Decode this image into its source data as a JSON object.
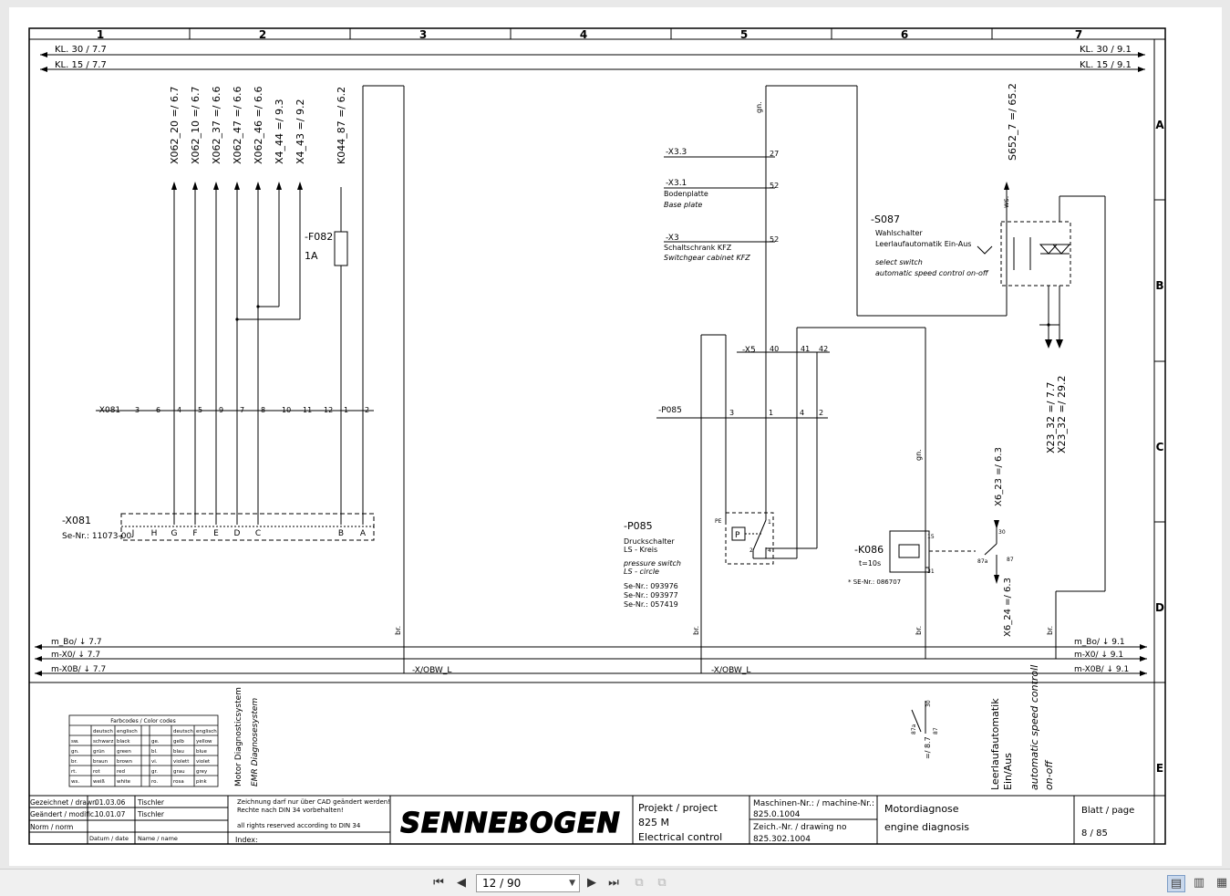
{
  "drawing": {
    "columns": [
      "1",
      "2",
      "3",
      "4",
      "5",
      "6",
      "7"
    ],
    "rows": [
      "A",
      "B",
      "C",
      "D",
      "E"
    ],
    "rails": {
      "kl30_left": "KL. 30 / 7.7",
      "kl15_left": "KL. 15 / 7.7",
      "kl30_right": "KL. 30 / 9.1",
      "kl15_right": "KL. 15 / 9.1",
      "mbo_left": "m_Bo/ ↓ 7.7",
      "mx0_left": "m-X0/ ↓ 7.7",
      "mx0b_left": "m-X0B/ ↓ 7.7",
      "mbo_right": "m_Bo/ ↓ 9.1",
      "mx0_right": "m-X0/ ↓ 9.1",
      "mx0b_right": "m-X0B/ ↓ 9.1",
      "obw_1": "-X/OBW_L",
      "obw_2": "-X/OBW_L"
    },
    "top_refs": [
      "X062_20  =/ 6.7",
      "X062_10  =/ 6.7",
      "X062_37  =/ 6.6",
      "X062_47  =/ 6.6",
      "X062_46  =/ 6.6",
      "X4_44  =/ 9.3",
      "X4_43  =/ 9.2",
      "K044_87  =/ 6.2"
    ],
    "fuse": {
      "name": "-F082",
      "rating": "1A"
    },
    "x081": {
      "label": "-X081",
      "pins": [
        "3",
        "6",
        "4",
        "5",
        "9",
        "7",
        "8",
        "10",
        "11",
        "12",
        "1",
        "2"
      ],
      "connector": "-X081",
      "part": "Se-Nr.: 11073-00",
      "letters": [
        "J",
        "H",
        "G",
        "F",
        "E",
        "D",
        "C",
        "B",
        "A"
      ]
    },
    "x3": {
      "x33": "-X3.3",
      "x31": "-X3.1",
      "x31_de": "Bodenplatte",
      "x31_en": "Base plate",
      "x3": "-X3",
      "x3_de": "Schaltschrank KFZ",
      "x3_en": "Switchgear cabinet KFZ",
      "pin27": "27",
      "pin52a": "52",
      "pin52b": "52",
      "gn_top": "gn."
    },
    "x5": {
      "label": "-X5",
      "pins": [
        "40",
        "41",
        "42"
      ]
    },
    "p085": {
      "label": "-P085",
      "pins": [
        "3",
        "1",
        "4",
        "2"
      ],
      "name": "-P085",
      "de1": "Druckschalter",
      "de2": "LS - Kreis",
      "en1": "pressure switch",
      "en2": "LS - circle",
      "nr1": "Se-Nr.: 093976",
      "nr2": "Se-Nr.: 093977",
      "nr3": "Se-Nr.: 057419",
      "pe": "PE",
      "p": "P"
    },
    "s087": {
      "name": "-S087",
      "de1": "Wahlschalter",
      "de2": "Leerlaufautomatik Ein-Aus",
      "en1": "select switch",
      "en2": "automatic speed control on-off",
      "ref": "S652_7  =/ 65.2",
      "ws": "ws.",
      "x23_1": "X23_32  =/ 7.7",
      "x23_2": "X23_32  =/ 29.2"
    },
    "k086": {
      "name": "-K086",
      "delay": "t=10s",
      "part": "* SE-Nr.: 086707",
      "gn": "gn.",
      "ref_top": "X6_23  =/ 6.3",
      "ref_bottom": "X6_24  =/ 6.3"
    },
    "wire_colors": {
      "br": "br."
    },
    "legend": {
      "title": "Farbcodes / Color codes",
      "head": [
        "deutsch",
        "englisch",
        "deutsch",
        "englisch"
      ],
      "rows": [
        [
          "sw.",
          "schwarz",
          "black",
          "ge.",
          "gelb",
          "yellow"
        ],
        [
          "gn.",
          "grün",
          "green",
          "bl.",
          "blau",
          "blue"
        ],
        [
          "br.",
          "braun",
          "brown",
          "vi.",
          "violett",
          "violet"
        ],
        [
          "rt.",
          "rot",
          "red",
          "gr.",
          "grau",
          "grey"
        ],
        [
          "ws.",
          "weiß",
          "white",
          "ro.",
          "rosa",
          "pink"
        ]
      ]
    },
    "system_de": "Motor Diagnosticsystem",
    "system_en": "EMR Diagnosesystem",
    "func_de1": "Leerlaufautomatik",
    "func_de2": "Ein/Aus",
    "func_en1": "automatic speed controll",
    "func_en2": "on-off",
    "func_ref": "=/ 8.7",
    "title_block": {
      "drawn_label": "Gezeichnet / drawn",
      "drawn_date": "01.03.06",
      "drawn_name": "Tischler",
      "mod_label": "Geändert / modific.",
      "mod_date": "10.01.07",
      "mod_name": "Tischler",
      "norm_label": "Norm / norm",
      "date_label": "Datum / date",
      "name_label": "Name / name",
      "note1": "Zeichnung darf nur  über CAD geändert werden!",
      "note2": "Rechte nach DIN 34 vorbehalten!",
      "note3": "all rights reserved according to DIN 34",
      "index_label": "Index:",
      "logo": "SENNEBOGEN",
      "project_label": "Projekt / project",
      "project": "825 M",
      "project_sub": "Electrical control",
      "machine_label": "Maschinen-Nr.: / machine-Nr.:",
      "machine_nr": "825.0.1004",
      "drawing_label": "Zeich.-Nr. / drawing no",
      "drawing_nr": "825.302.1004",
      "desc_de": "Motordiagnose",
      "desc_en": "engine diagnosis",
      "page_label": "Blatt / page",
      "page": "8 / 85"
    }
  },
  "toolbar": {
    "page_indicator": "12 / 90"
  }
}
